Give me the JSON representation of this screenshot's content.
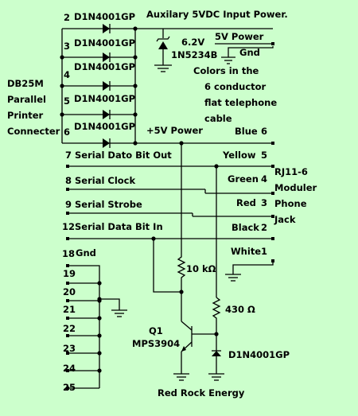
{
  "header": {
    "aux_power": "Auxilary 5VDC Input Power.",
    "zener_voltage": "6.2V",
    "zener_part": "1N5234B",
    "power_5v": "5V Power",
    "gnd": "Gnd"
  },
  "colors_note": [
    "Colors in the",
    "6  conductor",
    "flat telephone",
    "cable"
  ],
  "connector_label": [
    "DB25M",
    "Parallel",
    "Printer",
    "Connecter"
  ],
  "jack_label": [
    "RJ11-6",
    "Moduler",
    "Phone",
    "Jack"
  ],
  "diodes": [
    {
      "pin": "2",
      "part": "D1N4001GP"
    },
    {
      "pin": "3",
      "part": "D1N4001GP"
    },
    {
      "pin": "4",
      "part": "D1N4001GP"
    },
    {
      "pin": "5",
      "part": "D1N4001GP"
    },
    {
      "pin": "6",
      "part": "D1N4001GP"
    }
  ],
  "plus5v_label": "+5V Power",
  "signals": [
    {
      "pin": "7",
      "name": "Serial Dato Bit Out"
    },
    {
      "pin": "8",
      "name": "Serial Clock"
    },
    {
      "pin": "9",
      "name": "Serial Strobe"
    },
    {
      "pin": "12",
      "name": "Serial Data Bit In"
    },
    {
      "pin": "18",
      "name": "Gnd"
    }
  ],
  "cable_wires": [
    {
      "color": "Blue",
      "num": "6"
    },
    {
      "color": "Yellow",
      "num": "5"
    },
    {
      "color": "Green",
      "num": "4"
    },
    {
      "color": "Red",
      "num": "3"
    },
    {
      "color": "Black",
      "num": "2"
    },
    {
      "color": "White",
      "num": "1"
    }
  ],
  "ground_pins": [
    "19",
    "20",
    "21",
    "22",
    "23",
    "24",
    "25"
  ],
  "resistor_r1": "10 kΩ",
  "resistor_r2": "430 Ω",
  "transistor": {
    "ref": "Q1",
    "part": "MPS3904"
  },
  "led_diode": "D1N4001GP",
  "footer": "Red Rock Energy"
}
